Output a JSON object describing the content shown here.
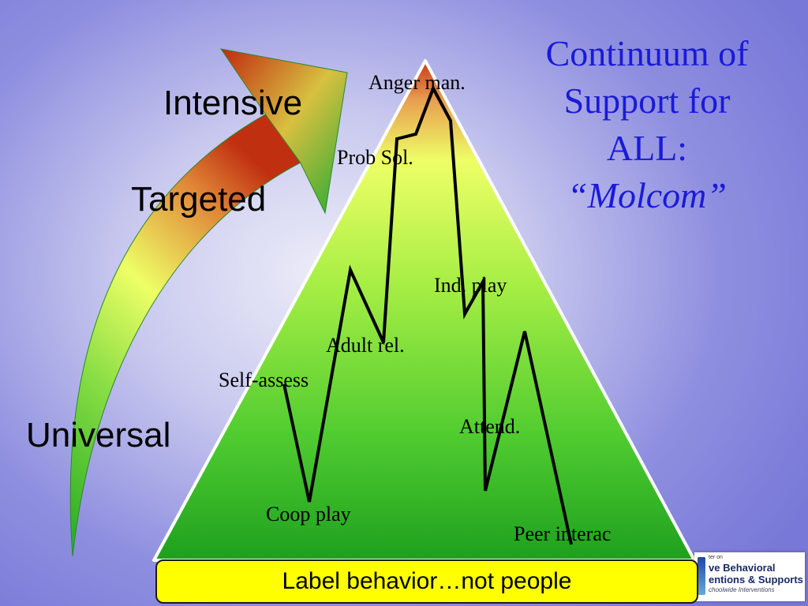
{
  "tiers": {
    "intensive": "Intensive",
    "targeted": "Targeted",
    "universal": "Universal"
  },
  "title": {
    "line1": "Continuum of",
    "line2": "Support for",
    "line3": "ALL:",
    "line4": "“Molcom”"
  },
  "skills": [
    {
      "label": "Anger man."
    },
    {
      "label": "Prob Sol."
    },
    {
      "label": "Ind. play"
    },
    {
      "label": "Adult rel."
    },
    {
      "label": "Self-assess"
    },
    {
      "label": "Attend."
    },
    {
      "label": "Coop play"
    },
    {
      "label": "Peer interac"
    }
  ],
  "banner": {
    "text": "Label behavior…not people"
  },
  "logo": {
    "line0": "ter on",
    "line1": "ve Behavioral",
    "line2": "entions & Supports",
    "line3": "choolwide Interventions"
  },
  "colors": {
    "title": "#1a1ad8",
    "banner": "#ffff00",
    "pyramid_top": "#d04020",
    "pyramid_mid": "#eeff66",
    "pyramid_base": "#22aa22"
  }
}
